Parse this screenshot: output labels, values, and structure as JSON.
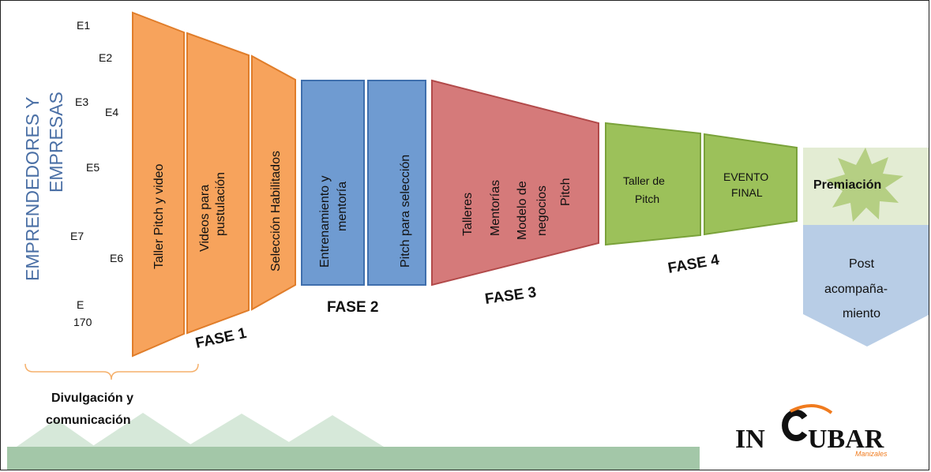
{
  "sidebar_label_line1": "EMPRENDEDORES Y",
  "sidebar_label_line2": "EMPRESAS",
  "entrepreneurs": {
    "e1": "E1",
    "e2": "E2",
    "e3": "E3",
    "e4": "E4",
    "e5": "E5",
    "e6": "E6",
    "e7": "E7",
    "e170_line1": "E",
    "e170_line2": "170"
  },
  "phase1": {
    "label": "FASE 1",
    "col1": "Taller Pitch y video",
    "col2_line1": "Videos para",
    "col2_line2": "pustulación",
    "col3": "Selección Habilitados"
  },
  "phase2": {
    "label": "FASE 2",
    "col1_line1": "Entrenamiento y",
    "col1_line2": "mentoría",
    "col2": "Pitch para selección"
  },
  "phase3": {
    "label": "FASE 3",
    "line1": "Talleres",
    "line2": "Mentorías",
    "line3": "Modelo de",
    "line4": "negocios",
    "line5": "Pitch"
  },
  "phase4": {
    "label": "FASE 4",
    "col1_line1": "Taller de",
    "col1_line2": "Pitch",
    "col2_line1": "EVENTO",
    "col2_line2": "FINAL"
  },
  "award": {
    "title": "Premiación",
    "post_line1": "Post",
    "post_line2": "acompaña-",
    "post_line3": "miento"
  },
  "outreach_line1": "Divulgación y",
  "outreach_line2": "comunicación",
  "logo": {
    "part1": "IN",
    "part2": "UBAR",
    "tagline": "Manizales"
  },
  "colors": {
    "phase1": "#f7a35c",
    "phase1_stroke": "#e07d2a",
    "phase2": "#6f9bd1",
    "phase2_stroke": "#3f6fad",
    "phase3": "#d57a7a",
    "phase3_stroke": "#b24a4a",
    "phase4": "#9cc15a",
    "phase4_stroke": "#7aa23a",
    "award_bg": "#e3ecd3",
    "burst": "#b5cf83",
    "post_bg": "#b8cde6",
    "ground": "#a3c7a8",
    "sidebar_text": "#4a6fa5",
    "accent_orange": "#f07b1e"
  }
}
